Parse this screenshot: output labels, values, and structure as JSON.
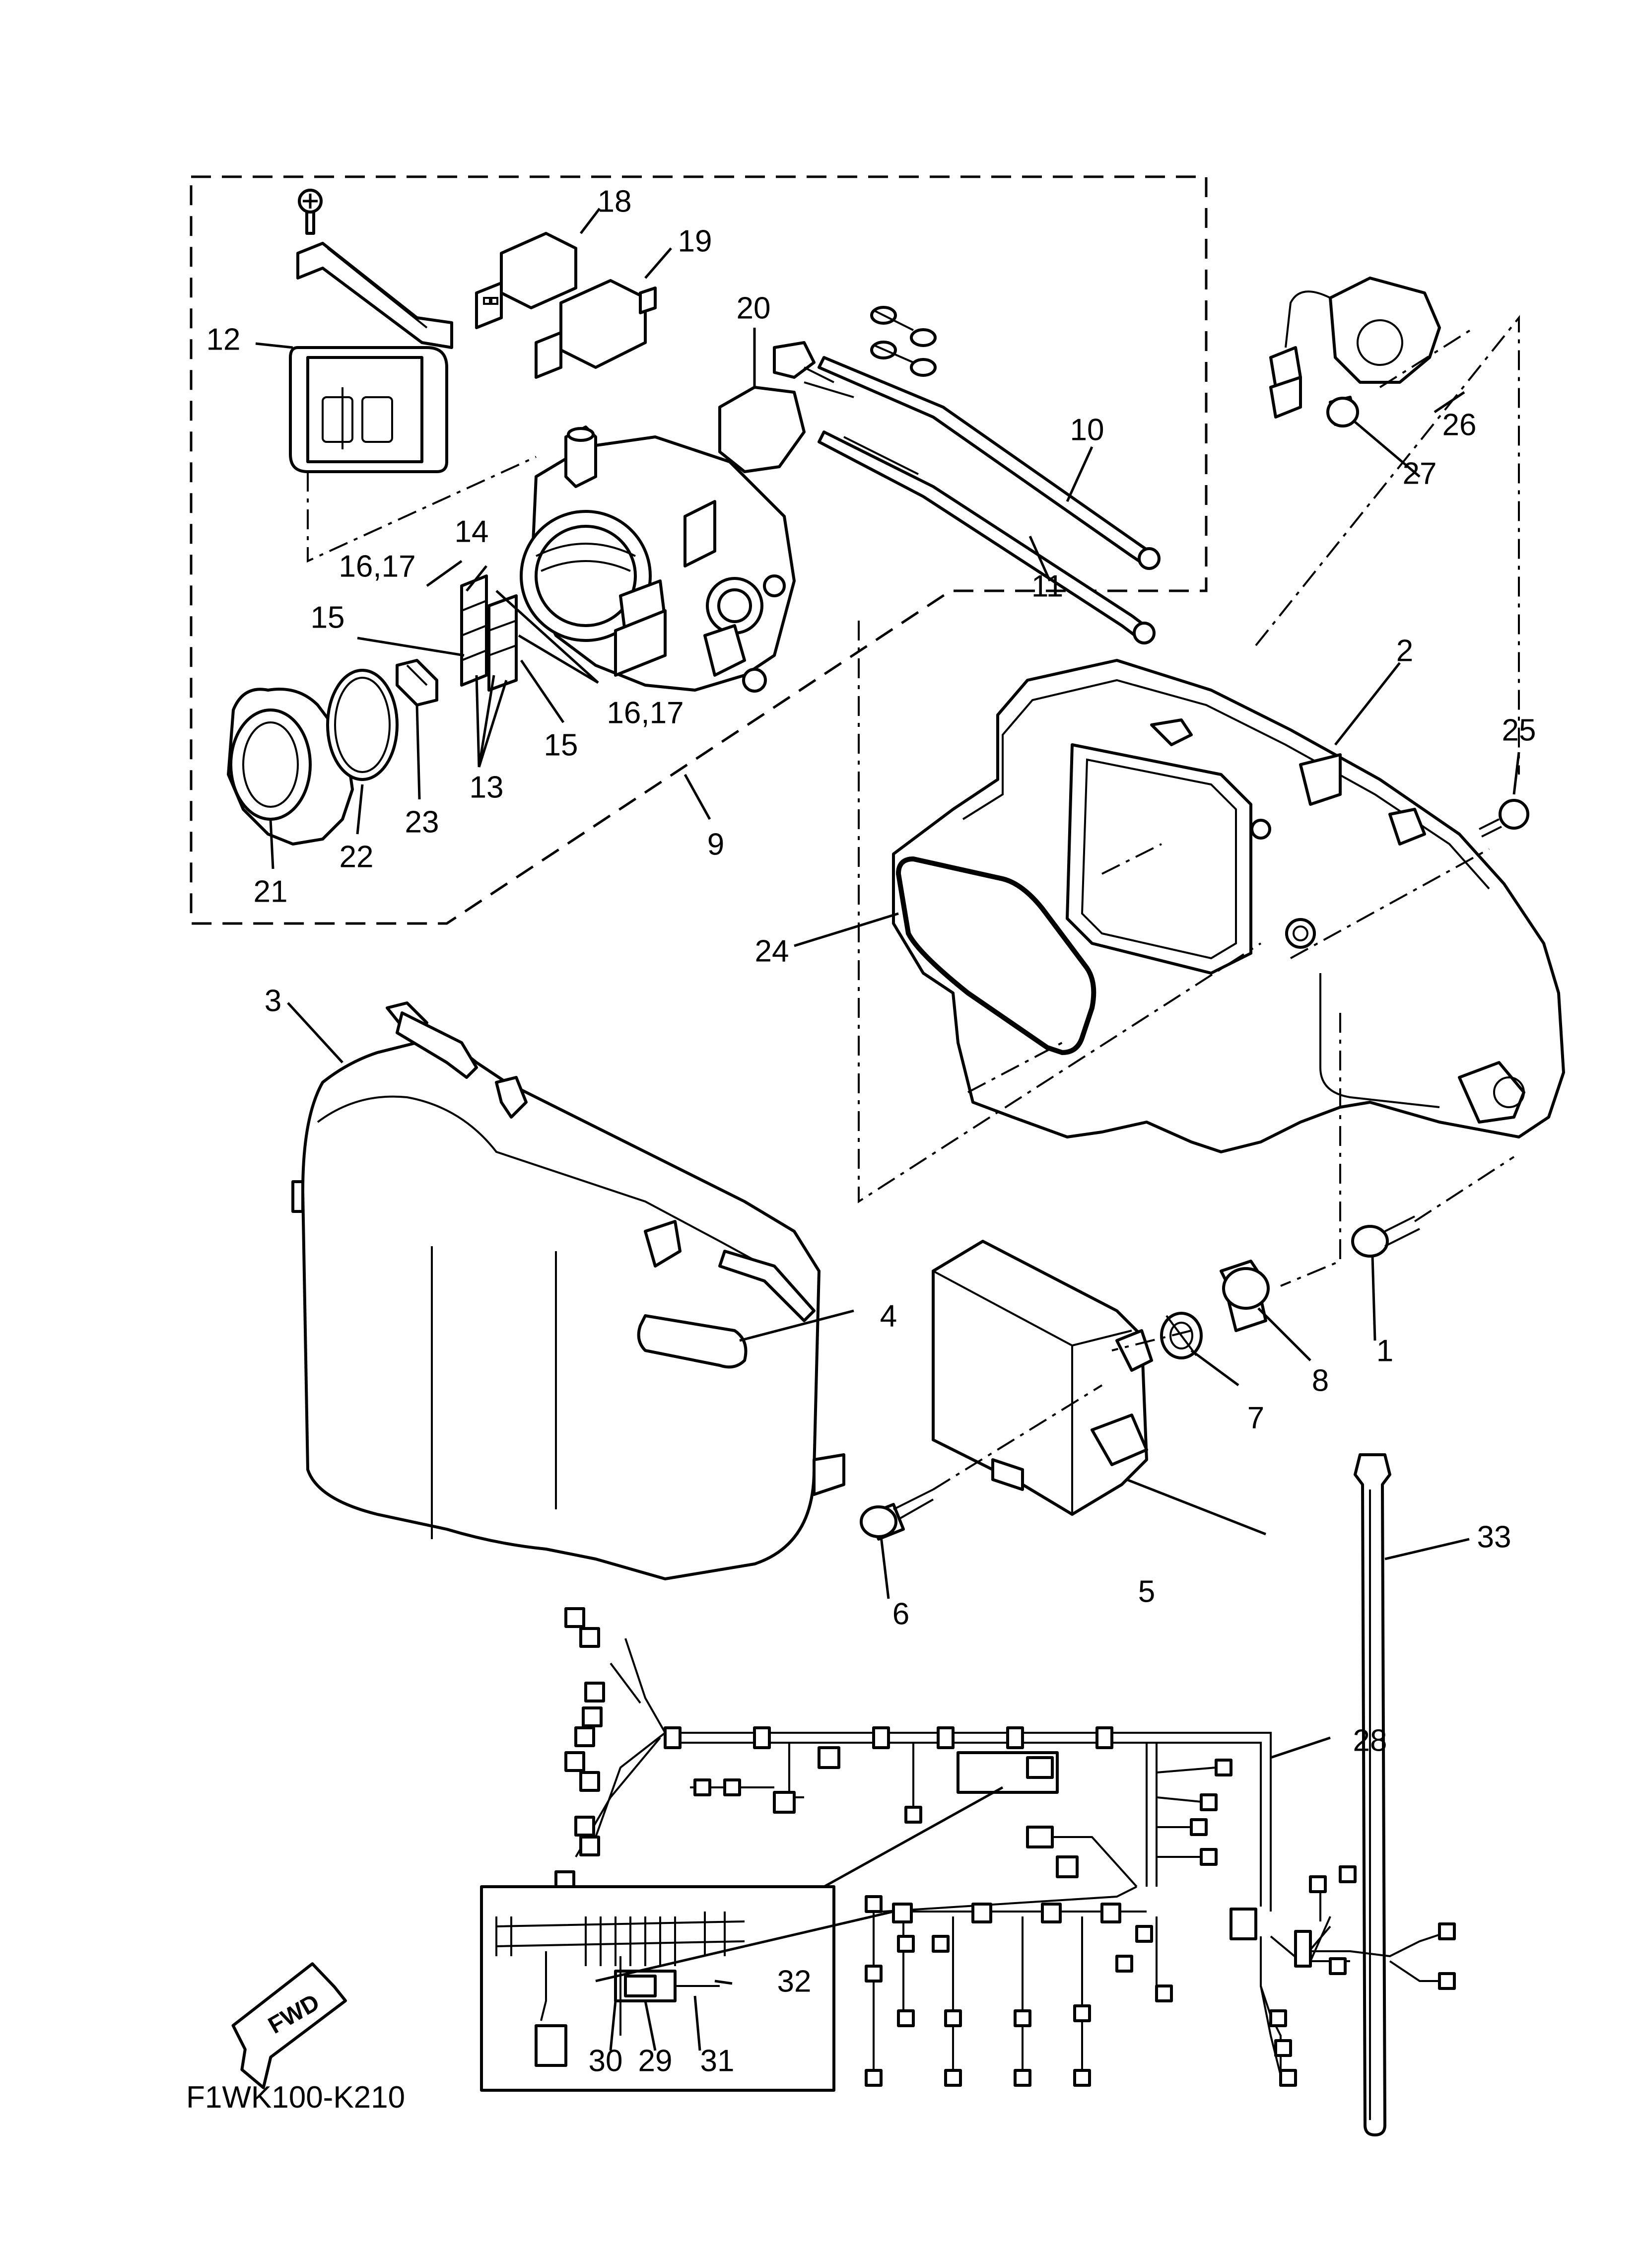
{
  "diagram": {
    "code": "F1WK100-K210",
    "fwd_label": "FWD",
    "callouts": {
      "c1": "1",
      "c2": "2",
      "c3": "3",
      "c4": "4",
      "c5": "5",
      "c6": "6",
      "c7": "7",
      "c8": "8",
      "c9": "9",
      "c10": "10",
      "c11": "11",
      "c12": "12",
      "c13": "13",
      "c14": "14",
      "c15a": "15",
      "c15b": "15",
      "c16a": "16,17",
      "c16b": "16,17",
      "c18": "18",
      "c19": "19",
      "c20": "20",
      "c21": "21",
      "c22": "22",
      "c23": "23",
      "c24": "24",
      "c25": "25",
      "c26": "26",
      "c27": "27",
      "c28": "28",
      "c29": "29",
      "c30": "30",
      "c31": "31",
      "c32": "32",
      "c33": "33"
    }
  }
}
